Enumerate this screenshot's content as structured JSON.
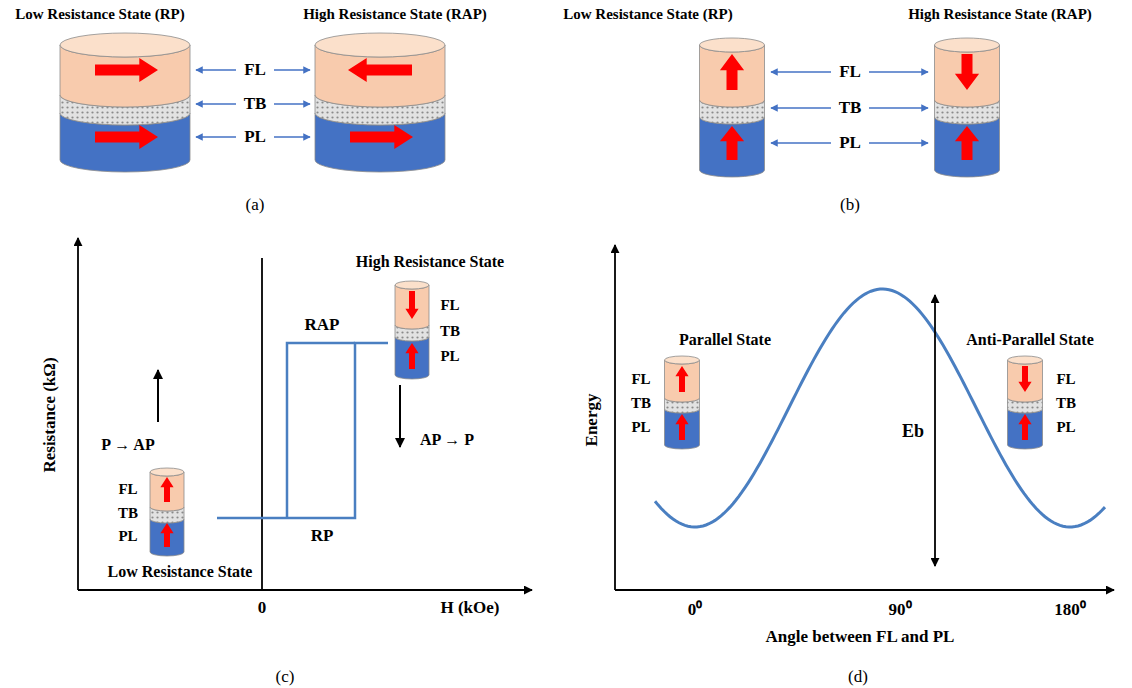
{
  "diagram": {
    "labels": [
      "Low Resistance State (RP)",
      "High Resistance State (RAP)",
      "FL",
      "TB",
      "PL",
      "(a)",
      "Low Resistance State (RP)",
      "High Resistance State (RAP)",
      "FL",
      "TB",
      "PL",
      "(b)",
      "Resistance (kΩ)",
      "High Resistance State",
      "RAP",
      "FL",
      "TB",
      "PL",
      "P → AP",
      "AP → P",
      "FL",
      "TB",
      "PL",
      "RP",
      "Low Resistance State",
      "0",
      "H (kOe)",
      "(c)",
      "Energy",
      "Parallel State",
      "Anti-Parallel State",
      "FL",
      "TB",
      "PL",
      "Eb",
      "FL",
      "TB",
      "PL",
      "0⁰",
      "90⁰",
      "180⁰",
      "Angle between FL and PL",
      "(d)"
    ]
  }
}
